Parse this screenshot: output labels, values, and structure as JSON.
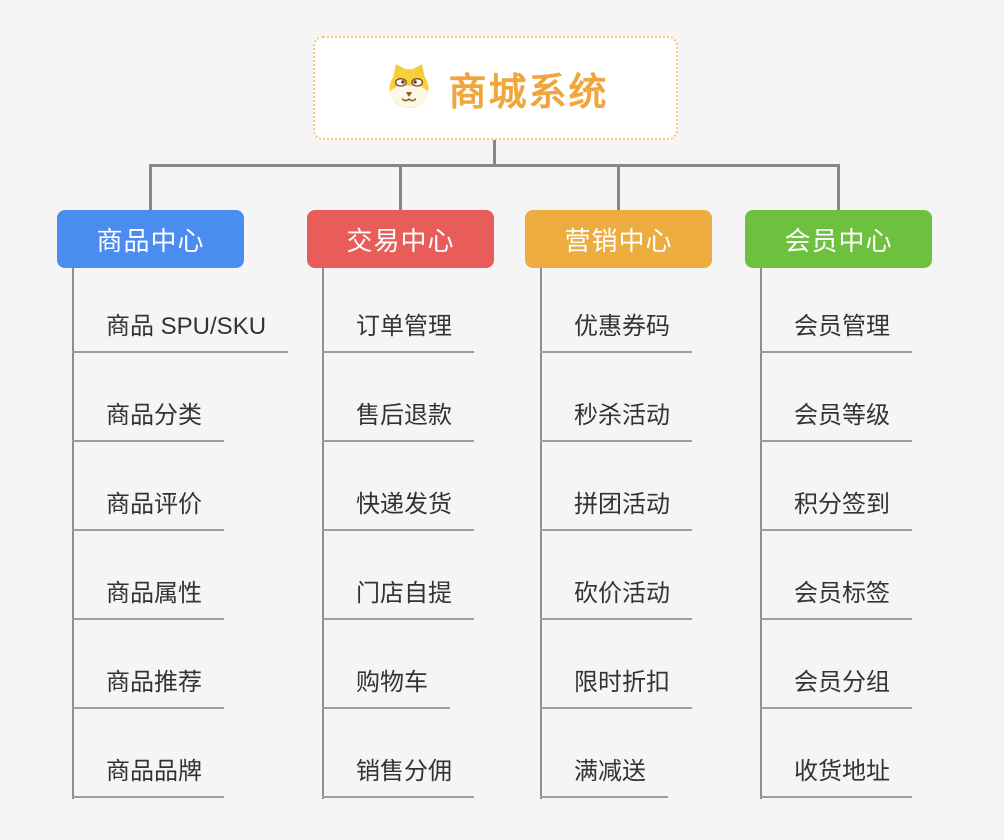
{
  "page": {
    "background_color": "#F5F5F6",
    "connector_color": "#878787"
  },
  "root": {
    "title": "商城系统",
    "icon": "dog-face-icon",
    "text_color": "#F0A63C",
    "border_color": "#F5C87D"
  },
  "branches": [
    {
      "label": "商品中心",
      "color": "#4A8CEF",
      "children": [
        "商品 SPU/SKU",
        "商品分类",
        "商品评价",
        "商品属性",
        "商品推荐",
        "商品品牌"
      ]
    },
    {
      "label": "交易中心",
      "color": "#E85C59",
      "children": [
        "订单管理",
        "售后退款",
        "快递发货",
        "门店自提",
        "购物车",
        "销售分佣"
      ]
    },
    {
      "label": "营销中心",
      "color": "#ECAC3F",
      "children": [
        "优惠券码",
        "秒杀活动",
        "拼团活动",
        "砍价活动",
        "限时折扣",
        "满减送"
      ]
    },
    {
      "label": "会员中心",
      "color": "#6DC13E",
      "children": [
        "会员管理",
        "会员等级",
        "积分签到",
        "会员标签",
        "会员分组",
        "收货地址"
      ]
    }
  ]
}
